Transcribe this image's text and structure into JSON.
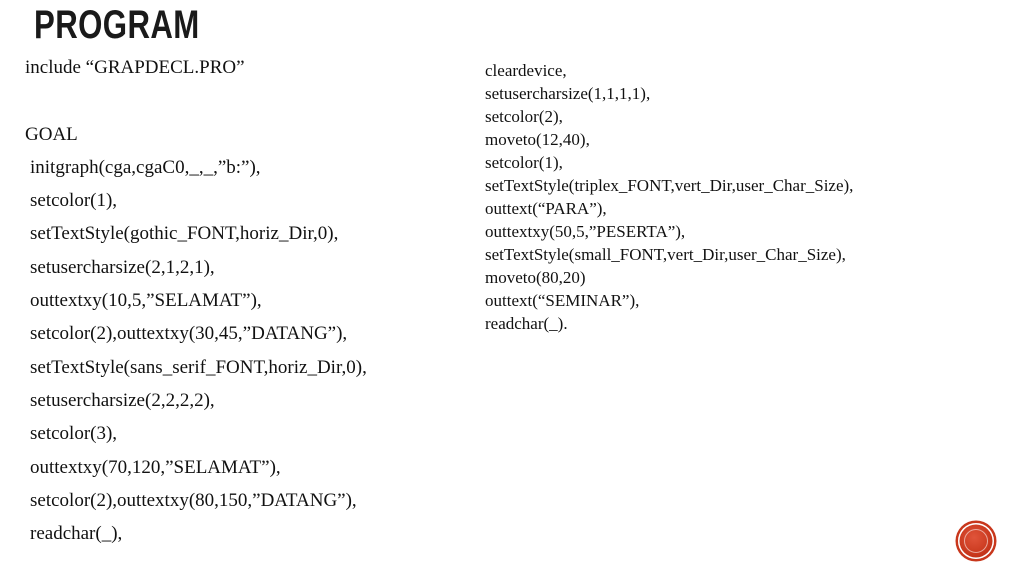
{
  "slide": {
    "title": "PROGRAM",
    "left_column": [
      "include “GRAPDECL.PRO”",
      "",
      "GOAL",
      "initgraph(cga,cgaC0,_,_,”b:”),",
      "setcolor(1),",
      "setTextStyle(gothic_FONT,horiz_Dir,0),",
      "setusercharsize(2,1,2,1),",
      "outtextxy(10,5,”SELAMAT”),",
      "setcolor(2),outtextxy(30,45,”DATANG”),",
      "setTextStyle(sans_serif_FONT,horiz_Dir,0),",
      "setusercharsize(2,2,2,2),",
      "setcolor(3),",
      "outtextxy(70,120,”SELAMAT”),",
      "setcolor(2),outtextxy(80,150,”DATANG”),",
      "readchar(_),"
    ],
    "right_column": [
      "cleardevice,",
      "setusercharsize(1,1,1,1),",
      "setcolor(2),",
      "moveto(12,40),",
      "setcolor(1),",
      "setTextStyle(triplex_FONT,vert_Dir,user_Char_Size),",
      "outtext(“PARA”),",
      "outtextxy(50,5,”PESERTA”),",
      "setTextStyle(small_FONT,vert_Dir,user_Char_Size),",
      "moveto(80,20)",
      "outtext(“SEMINAR”),",
      "readchar(_)."
    ]
  },
  "theme": {
    "badge_color": "#c8371c",
    "text_color": "#111111"
  }
}
